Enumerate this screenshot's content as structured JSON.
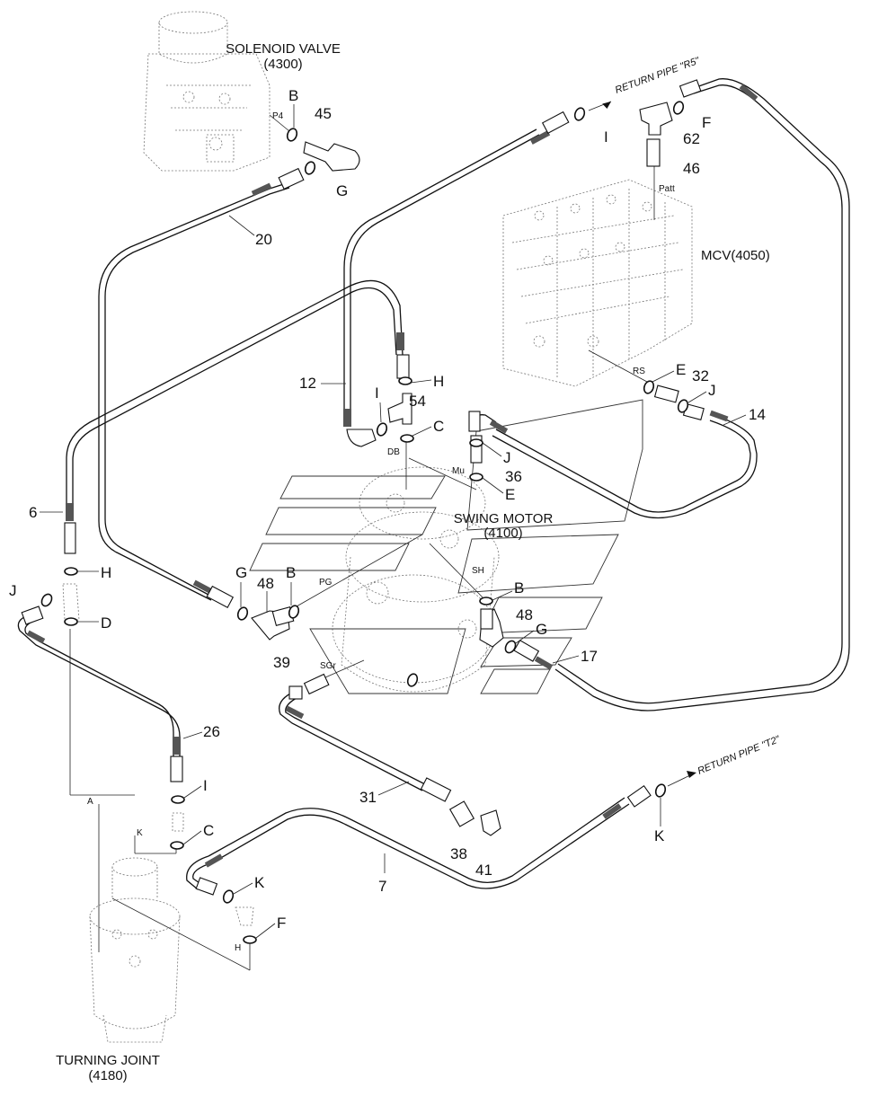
{
  "components": {
    "solenoid_valve": {
      "name": "SOLENOID VALVE",
      "code": "(4300)"
    },
    "mcv": {
      "name": "MCV(4050)"
    },
    "swing_motor": {
      "name": "SWING MOTOR",
      "code": "(4100)"
    },
    "turning_joint": {
      "name": "TURNING JOINT",
      "code": "(4180)"
    }
  },
  "return_pipes": {
    "r5": "RETURN PIPE \"R5\"",
    "t2": "RETURN PIPE \"T2\""
  },
  "ports": {
    "p4": "P4",
    "patt": "Patt",
    "rs": "RS",
    "db": "DB",
    "mu": "Mu",
    "pg": "PG",
    "sh": "SH",
    "sgr": "SGr",
    "a": "A",
    "k": "K",
    "h": "H"
  },
  "part_numbers": {
    "p45": "45",
    "p20": "20",
    "p62": "62",
    "p46": "46",
    "p12": "12",
    "p54": "54",
    "p32": "32",
    "p14": "14",
    "p36": "36",
    "p6": "6",
    "p48a": "48",
    "p48b": "48",
    "p39": "39",
    "p17": "17",
    "p26": "26",
    "p31": "31",
    "p38": "38",
    "p41": "41",
    "p7": "7"
  },
  "oring_codes": {
    "b_top": "B",
    "g_top": "G",
    "i_top": "I",
    "f_top": "F",
    "h_mid": "H",
    "i_mid": "I",
    "c_mid": "C",
    "e_mcv": "E",
    "j_mcv": "J",
    "j_36": "J",
    "e_36": "E",
    "h_left": "H",
    "j_left": "J",
    "d_left": "D",
    "g_48": "G",
    "b_48": "B",
    "b_sh": "B",
    "g_48b": "G",
    "i_26": "I",
    "c_26": "C",
    "k_bot": "K",
    "f_bot": "F",
    "k_right": "K"
  }
}
